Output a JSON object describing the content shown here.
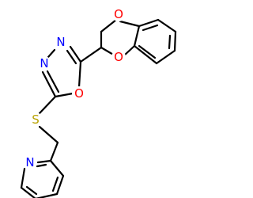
{
  "molecule": {
    "atoms": {
      "o_dioxane_top": {
        "symbol": "O",
        "color": "#ff0000"
      },
      "o_dioxane_bottom": {
        "symbol": "O",
        "color": "#ff0000"
      },
      "n_oxadiazole_1": {
        "symbol": "N",
        "color": "#0000ff"
      },
      "n_oxadiazole_2": {
        "symbol": "N",
        "color": "#0000ff"
      },
      "o_oxadiazole": {
        "symbol": "O",
        "color": "#ff0000"
      },
      "s_thioether": {
        "symbol": "S",
        "color": "#b8a200"
      },
      "n_pyridine": {
        "symbol": "N",
        "color": "#0000ff"
      }
    }
  }
}
